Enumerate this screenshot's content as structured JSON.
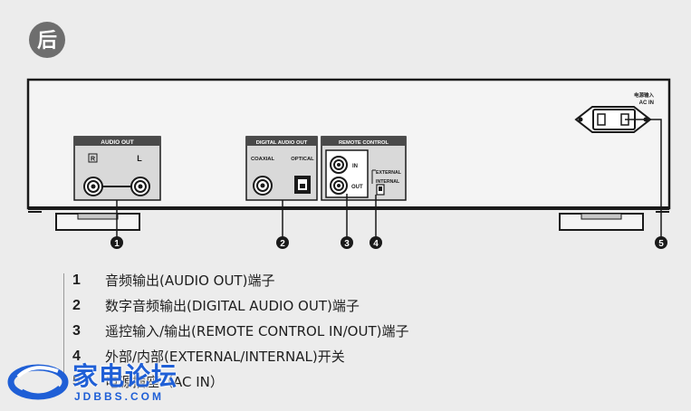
{
  "header": {
    "badge_text": "后"
  },
  "panel": {
    "audio_out": {
      "title": "AUDIO OUT",
      "ch_r": "R",
      "ch_l": "L"
    },
    "digital_audio_out": {
      "title": "DIGITAL AUDIO OUT",
      "coaxial": "COAXIAL",
      "optical": "OPTICAL"
    },
    "remote_control": {
      "title": "REMOTE CONTROL",
      "in": "IN",
      "out": "OUT",
      "external": "EXTERNAL",
      "internal": "INTERNAL"
    },
    "ac_in": {
      "label_cn": "电源输入",
      "label_en": "AC IN"
    }
  },
  "callouts": [
    "1",
    "2",
    "3",
    "4",
    "5"
  ],
  "legend": [
    {
      "num": "1",
      "text": "音频输出(AUDIO OUT)端子"
    },
    {
      "num": "2",
      "text": "数字音频输出(DIGITAL AUDIO OUT)端子"
    },
    {
      "num": "3",
      "text": "遥控输入/输出(REMOTE CONTROL IN/OUT)端子"
    },
    {
      "num": "4",
      "text": "外部/内部(EXTERNAL/INTERNAL)开关"
    },
    {
      "num": "5",
      "text": "电源插座（AC IN）"
    }
  ],
  "watermark": {
    "name": "家电论坛",
    "url": "JDBBS.COM"
  },
  "colors": {
    "ink": "#1a1a1a",
    "panel_fill": "#f4f4f4",
    "section_fill": "#d9d9d9",
    "watermark_blue": "#1f5fd6"
  }
}
